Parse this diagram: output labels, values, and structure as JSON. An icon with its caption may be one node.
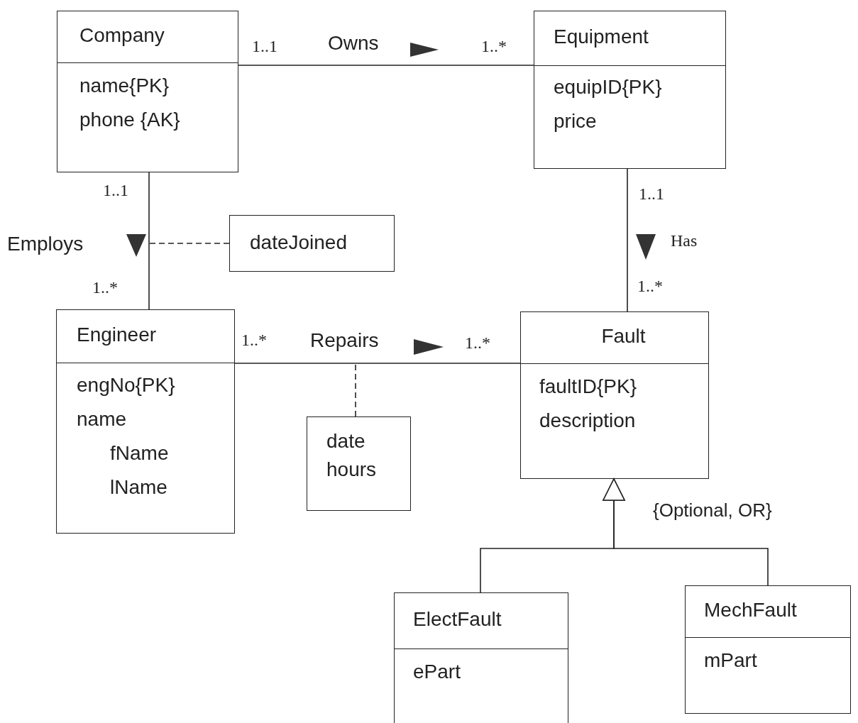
{
  "diagram": {
    "nodes": [
      {
        "text": [
          "Company",
          "name{PK}",
          "phone {AK}"
        ]
      },
      {
        "text": [
          "Equipment",
          "equipID{PK}",
          "price"
        ]
      },
      {
        "text": [
          "dateJoined"
        ]
      },
      {
        "text": [
          "Engineer",
          "engNo{PK}",
          "name",
          "fName",
          "lName"
        ]
      },
      {
        "text": [
          "date",
          "hours"
        ]
      },
      {
        "text": [
          "Fault",
          "faultID{PK}",
          "description"
        ]
      },
      {
        "text": [
          "ElectFault",
          "ePart"
        ]
      },
      {
        "text": [
          "MechFault",
          "mPart"
        ]
      }
    ],
    "edges": [
      {
        "from": 0,
        "to": 1,
        "arrow": "none",
        "label": "Owns"
      },
      {
        "from": 0,
        "to": 3,
        "arrow": "none",
        "label": "Employs"
      },
      {
        "from": 2,
        "to": null,
        "arrow": "none",
        "style": "dashed"
      },
      {
        "from": 1,
        "to": 5,
        "arrow": "none",
        "label": "Has"
      },
      {
        "from": 3,
        "to": 5,
        "arrow": "none",
        "label": "Repairs"
      },
      {
        "from": 4,
        "to": null,
        "arrow": "none",
        "style": "dashed"
      },
      {
        "from": 6,
        "to": 5,
        "arrow": "to"
      },
      {
        "from": 7,
        "to": 5,
        "arrow": "to"
      }
    ],
    "labels": [
      "1..1",
      "1..*",
      "1..1",
      "1..*",
      "1..1",
      "1..*",
      "1..*",
      "1..*",
      "{Optional, OR}"
    ]
  }
}
